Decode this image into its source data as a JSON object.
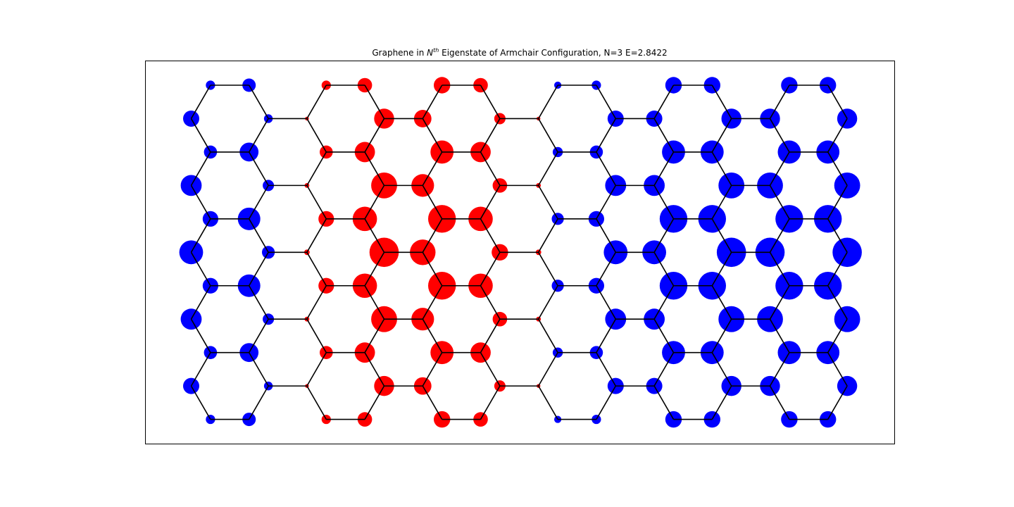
{
  "chart_data": {
    "type": "scatter",
    "title_prefix": "Graphene in ",
    "title_N": "N",
    "title_sup": "th",
    "title_suffix": " Eigenstate of Armchair Configuration, N=3 E=2.8422",
    "xlabel": "",
    "ylabel": "",
    "grid": false,
    "axis_ticks": false,
    "colors": {
      "positive": "#ff0000",
      "negative": "#0000ff",
      "bond": "#000000"
    },
    "lattice": {
      "hexagon_columns": 6,
      "hexagon_rows": 5,
      "bond_length": 1.0
    },
    "amplitude_by_column": [
      -0.13,
      -0.09,
      -0.13,
      -0.07,
      0.03,
      0.09,
      0.14,
      0.16,
      0.14,
      0.16,
      0.14,
      0.09,
      0.03,
      -0.07,
      -0.09,
      -0.13,
      -0.13,
      -0.16
    ],
    "row_weights": [
      0.33,
      0.63,
      0.87,
      1.0,
      0.87,
      0.63,
      0.33
    ]
  }
}
